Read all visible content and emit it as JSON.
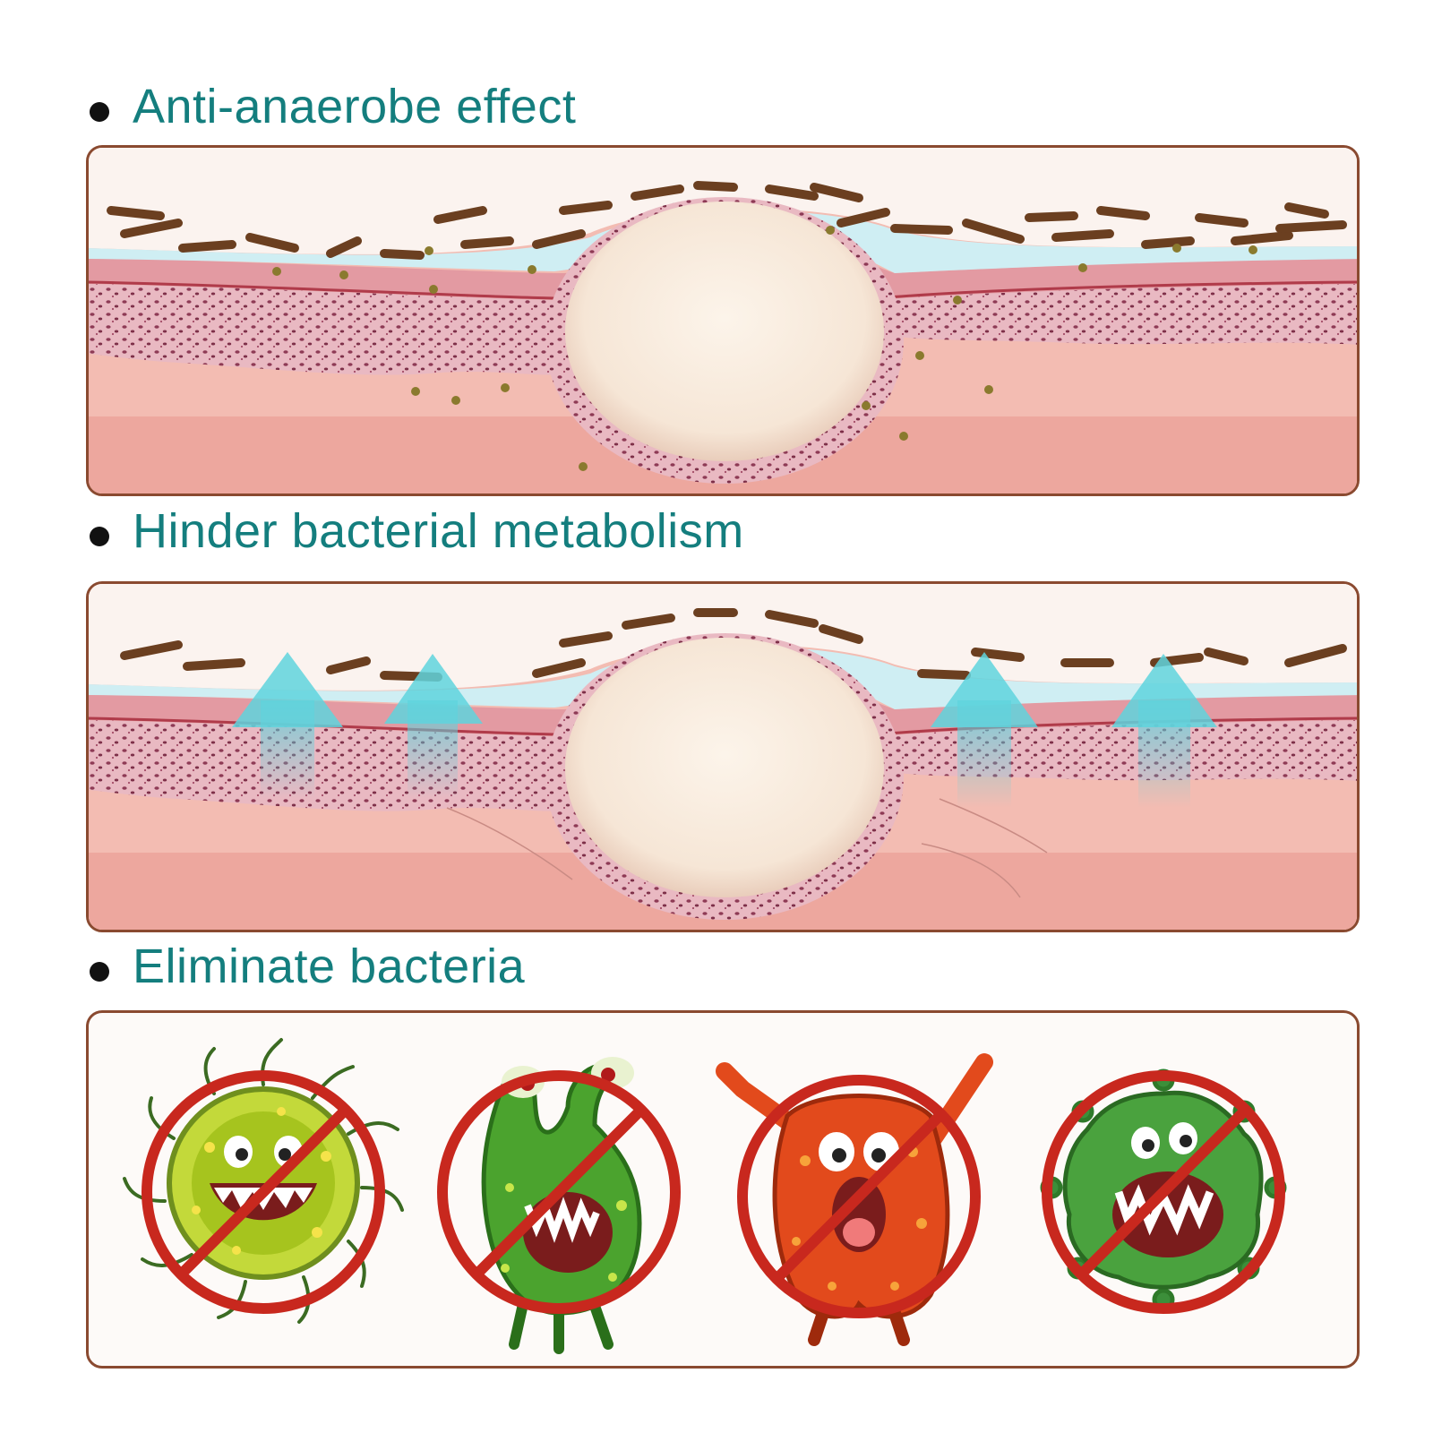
{
  "sections": [
    {
      "heading": "Anti-anaerobe effect"
    },
    {
      "heading": "Hinder bacterial metabolism"
    },
    {
      "heading": "Eliminate bacteria"
    }
  ],
  "bacteria": [
    {
      "name": "yellow-spiky-bacterium",
      "color": "#a6c41e"
    },
    {
      "name": "green-horned-bacterium",
      "color": "#3f9a2a"
    },
    {
      "name": "orange-screaming-bacterium",
      "color": "#e24a1c"
    },
    {
      "name": "green-blob-virus",
      "color": "#3c8f3a"
    }
  ],
  "colors": {
    "heading": "#147e7e",
    "frame": "#8a4a30",
    "skin": "#f1b2a9",
    "cyst": "#f8ece0",
    "dirt": "#6b3f20",
    "arrow": "#5fd3dd",
    "prohibit": "#c8281e"
  }
}
